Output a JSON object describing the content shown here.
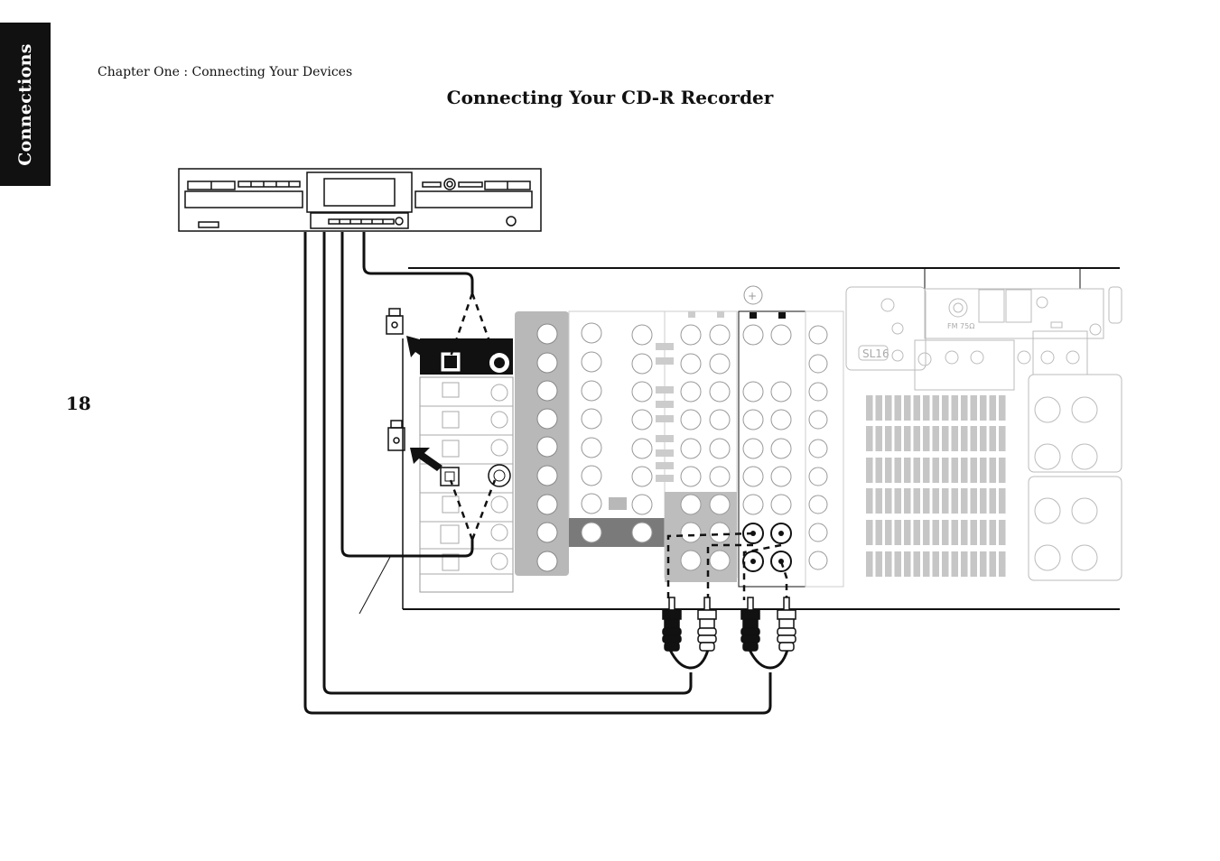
{
  "header": {
    "side_tab": "Connections",
    "chapter": "Chapter One : Connecting Your Devices",
    "title": "Connecting Your CD-R Recorder",
    "page_number": "18"
  },
  "diagram": {
    "antenna_label": "FM 75Ω",
    "model_label": "SL16"
  },
  "colors": {
    "ink": "#111111",
    "panel_gray": "#b8b8b8",
    "dark_gray": "#7a7a7a",
    "light_gray": "#dcdcdc"
  }
}
